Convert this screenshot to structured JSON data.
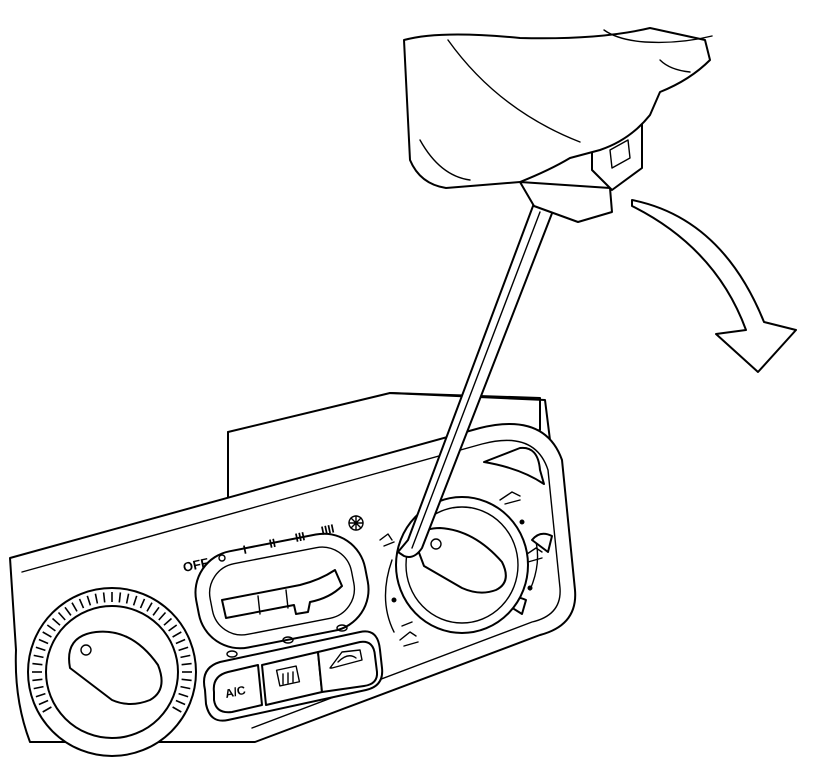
{
  "panel": {
    "fan_labels": {
      "off": "OFF",
      "speed_1": "I",
      "speed_2": "II",
      "speed_3": "III",
      "speed_4": "IIII"
    },
    "ac_button_label": "A/C"
  },
  "icons": {
    "fan": "fan-icon",
    "rear_defrost": "rear-defrost-icon",
    "recirculation": "recirculation-icon",
    "vent_face": "vent-face-icon",
    "vent_floor": "vent-floor-icon",
    "defrost": "windshield-defrost-icon",
    "rotation_arrow": "rotation-arrow-icon"
  },
  "colors": {
    "line": "#000000",
    "background": "#ffffff"
  }
}
